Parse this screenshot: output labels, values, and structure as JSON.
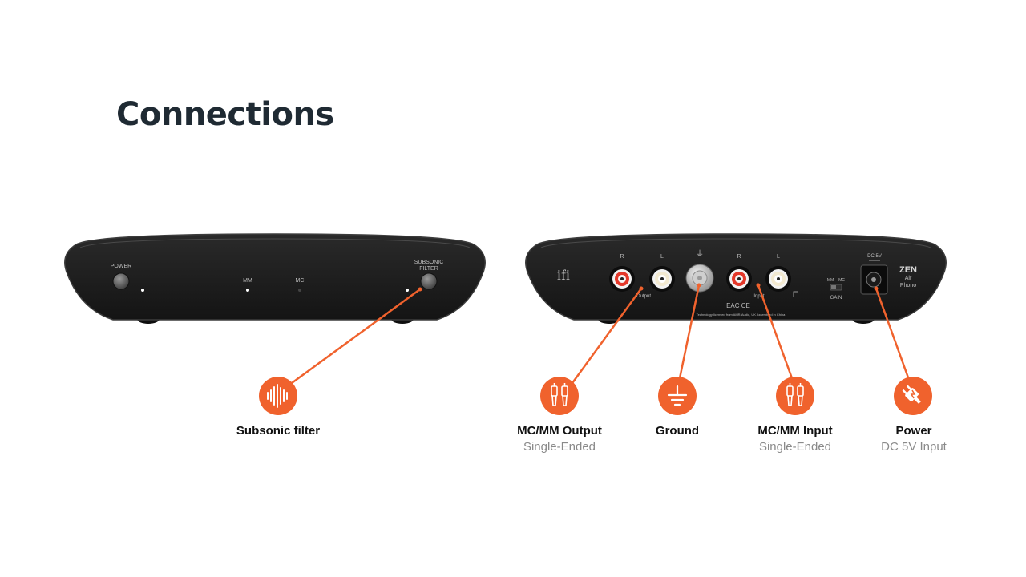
{
  "page": {
    "title": "Connections"
  },
  "front_panel": {
    "power_label": "POWER",
    "mm_label": "MM",
    "mc_label": "MC",
    "subsonic_label_line1": "SUBSONIC",
    "subsonic_label_line2": "FILTER"
  },
  "rear_panel": {
    "brand": "ifi",
    "r_label": "R",
    "l_label": "L",
    "output_label": "Output",
    "input_label": "Input",
    "gain_label": "GAIN",
    "mm_label": "MM",
    "mc_label": "MC",
    "dc_label": "DC 5V",
    "model_line1": "ZEN",
    "model_line2": "Air",
    "model_line3": "Phono",
    "cert_marks": "EAC CE",
    "fine_print": "Technology licensed from AMR-Audio, UK Assembled in China"
  },
  "callouts": [
    {
      "key": "subsonic",
      "icon": "waveform-icon",
      "label": "Subsonic filter",
      "sub": ""
    },
    {
      "key": "output",
      "icon": "rca-plugs-icon",
      "label": "MC/MM Output",
      "sub": "Single-Ended"
    },
    {
      "key": "ground",
      "icon": "ground-icon",
      "label": "Ground",
      "sub": ""
    },
    {
      "key": "input",
      "icon": "rca-plugs-icon",
      "label": "MC/MM Input",
      "sub": "Single-Ended"
    },
    {
      "key": "power",
      "icon": "power-plug-icon",
      "label": "Power",
      "sub": "DC 5V Input"
    }
  ],
  "colors": {
    "accent": "#f0622d",
    "device": "#1c1c1c",
    "title": "#1f2a33"
  }
}
